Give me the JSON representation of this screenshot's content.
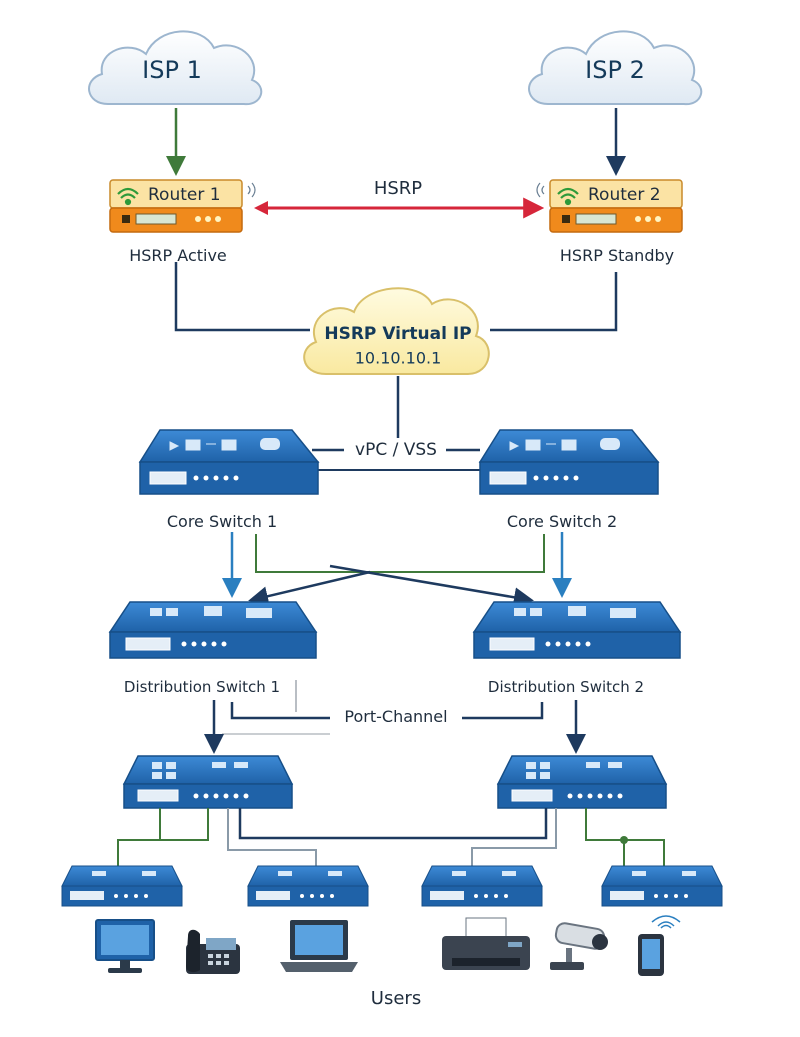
{
  "isp1": "ISP 1",
  "isp2": "ISP 2",
  "router1": {
    "name": "Router 1",
    "role": "HSRP Active"
  },
  "router2": {
    "name": "Router 2",
    "role": "HSRP Standby"
  },
  "hsrp_link": "HSRP",
  "virtual_ip": {
    "title": "HSRP Virtual IP",
    "address": "10.10.10.1"
  },
  "core_link": "vPC / VSS",
  "core1": "Core Switch 1",
  "core2": "Core Switch 2",
  "dist1": "Distribution Switch 1",
  "dist2": "Distribution Switch 2",
  "dist_link": "Port-Channel",
  "users": "Users",
  "end_devices": [
    "desktop-monitor",
    "ip-phone",
    "laptop",
    "printer",
    "security-camera",
    "smartphone"
  ],
  "colors": {
    "line_dark": "#1e3a5f",
    "line_green": "#3f7a3a",
    "line_blue": "#2a7fc0",
    "hsrp_red": "#d6263a",
    "switch_blue": "#1f62a8",
    "router_orange": "#f08a1c",
    "virtual_cloud": "#fdf3bf"
  }
}
